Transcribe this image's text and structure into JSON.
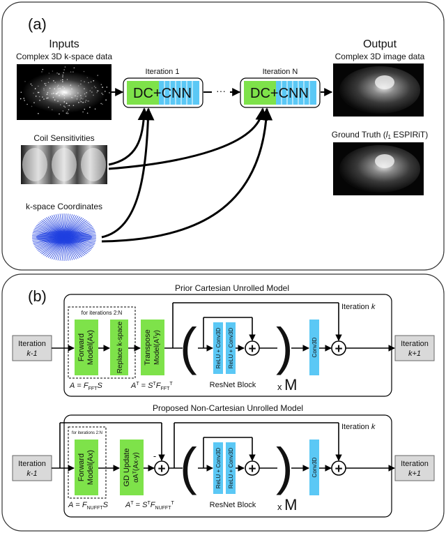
{
  "panel_a": {
    "label": "(a)",
    "inputs_heading": "Inputs",
    "output_heading": "Output",
    "kspace_caption": "Complex 3D k-space data",
    "coil_caption": "Coil Sensitivities",
    "coords_caption": "k-space Coordinates",
    "iter1_label": "Iteration 1",
    "iterN_label": "Iteration N",
    "block_label": "DC+CNN",
    "ellipsis": "···",
    "output_caption": "Complex 3D image data",
    "gt_caption": "Ground Truth (l1 ESPIRiT)",
    "colors": {
      "dc": "#7ee24a",
      "cnn": "#5bc8f5"
    }
  },
  "panel_b": {
    "label": "(b)",
    "top_title": "Prior Cartesian Unrolled Model",
    "bottom_title": "Proposed Non-Cartesian Unrolled Model",
    "iter_in_line1": "Iteration",
    "iter_in_line2": "k-1",
    "iter_out_line1": "Iteration",
    "iter_out_line2": "k+1",
    "iter_k": "Iteration k",
    "for_iterations": "for iterations 2:N",
    "forward_model": [
      "Forward",
      "Model(Ax)"
    ],
    "replace_kspace": "Replace k-space",
    "transpose_model": [
      "Transpose",
      "Model(Aᵀy)"
    ],
    "gd_update": [
      "GD Update",
      "αAᵀ(Ax-y)"
    ],
    "relu_conv": "ReLU + Conv3D",
    "conv3d": "Conv3D",
    "resnet_block": "ResNet Block",
    "times_m": "x M",
    "minus": "-",
    "eq_top_A": "A = F_FFT S",
    "eq_top_AT": "Aᵀ = SᵀF_FFTᵀ",
    "eq_bot_A": "A = F_NUFFT S",
    "eq_bot_AT": "Aᵀ = SᵀF_NUFFTᵀ",
    "colors": {
      "green": "#7ee24a",
      "blue": "#5bc8f5",
      "gray": "#d9d9d9"
    }
  }
}
